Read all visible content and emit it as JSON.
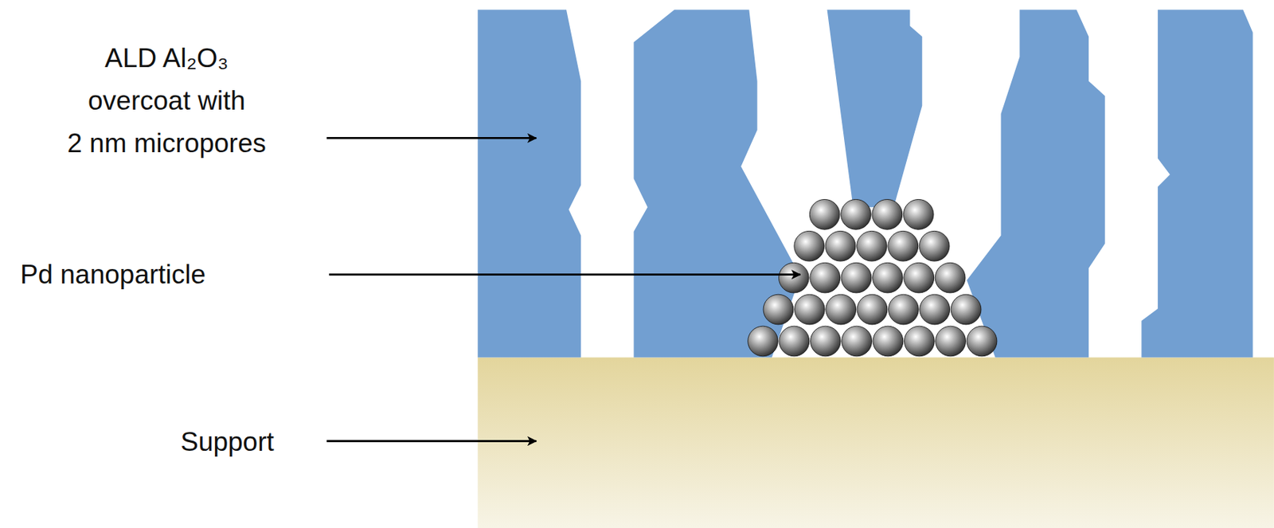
{
  "diagram": {
    "labels": [
      "ALD Al₂O₃ overcoat with 2 nm micropores",
      "Pd nanoparticle",
      "Support"
    ]
  }
}
